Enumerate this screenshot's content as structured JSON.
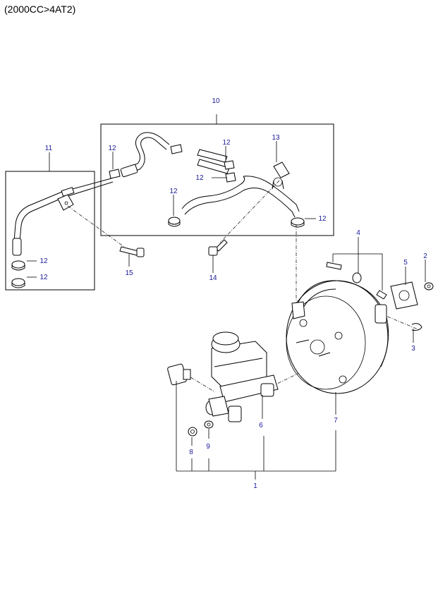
{
  "header": {
    "title": "(2000CC>4AT2)"
  },
  "callouts": {
    "c1": "1",
    "c2": "2",
    "c3": "3",
    "c4": "4",
    "c5": "5",
    "c6": "6",
    "c7": "7",
    "c8": "8",
    "c9": "9",
    "c10": "10",
    "c11": "11",
    "c12a": "12",
    "c12b": "12",
    "c12c": "12",
    "c12d": "12",
    "c12e": "12",
    "c12f": "12",
    "c12g": "12",
    "c13": "13",
    "c14": "14",
    "c15": "15"
  },
  "colors": {
    "callout_text": "#1a1a99",
    "line": "#000000",
    "background": "#ffffff"
  }
}
